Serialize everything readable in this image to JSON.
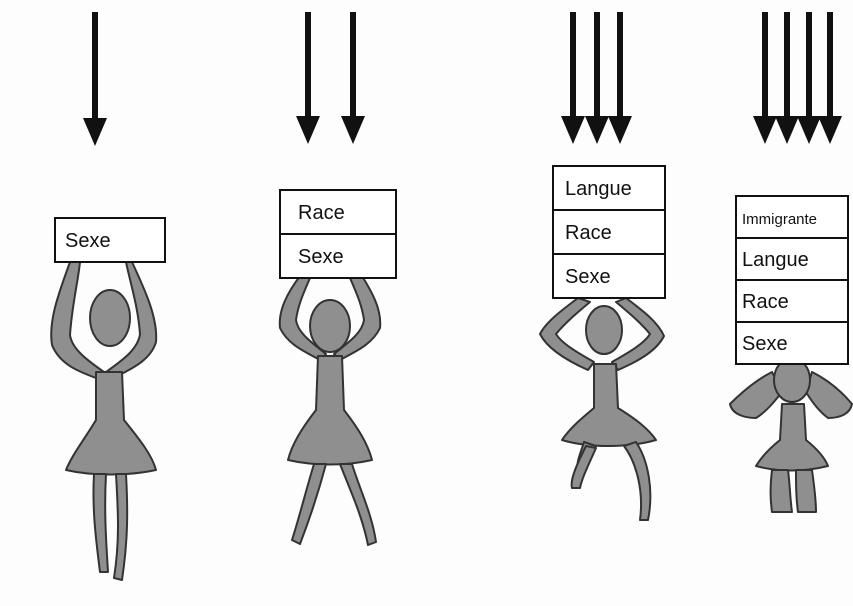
{
  "panels": [
    {
      "arrow_count": 1,
      "labels": [
        "Sexe"
      ]
    },
    {
      "arrow_count": 2,
      "labels": [
        "Race",
        "Sexe"
      ]
    },
    {
      "arrow_count": 3,
      "labels": [
        "Langue",
        "Race",
        "Sexe"
      ]
    },
    {
      "arrow_count": 4,
      "labels": [
        "Immigrante",
        "Langue",
        "Race",
        "Sexe"
      ]
    }
  ],
  "colors": {
    "figure": "#8f8f8f",
    "ink": "#111111",
    "box_fill": "#ffffff"
  }
}
